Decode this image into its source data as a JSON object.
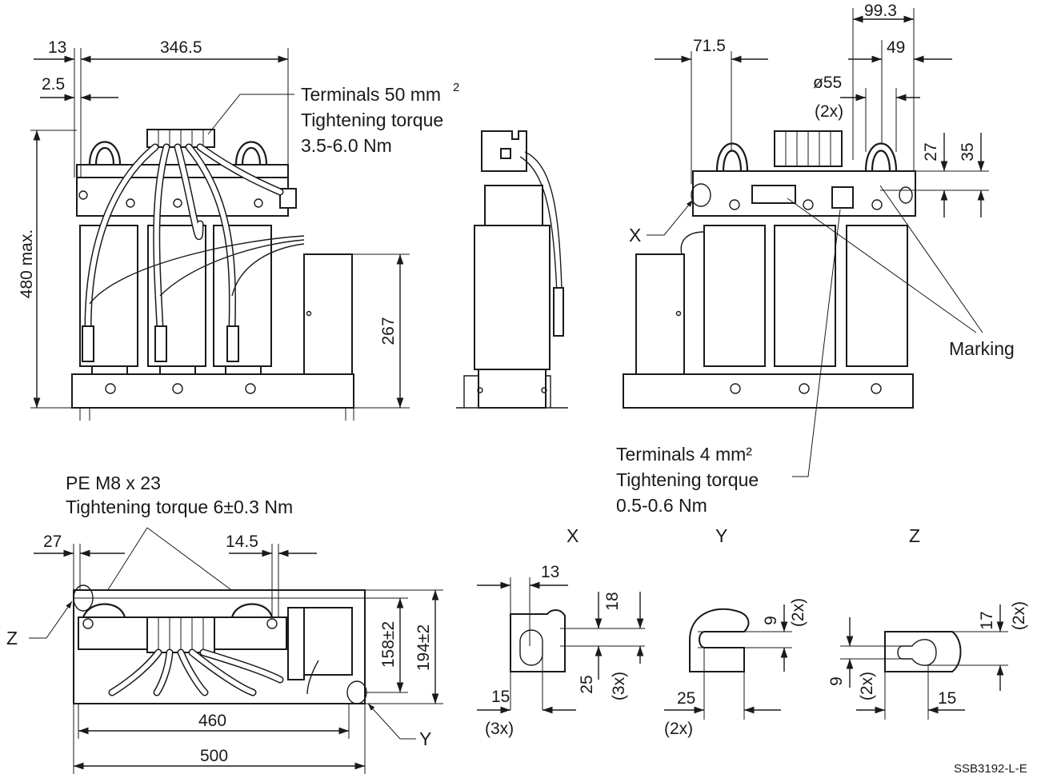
{
  "views": {
    "front": {
      "dim_13": "13",
      "dim_346_5": "346.5",
      "dim_2_5": "2.5",
      "dim_480": "480 max.",
      "dim_267": "267",
      "terminals_line1": "Terminals 50 mm",
      "terminals_sup": "2",
      "terminals_line2": "Tightening torque",
      "terminals_line3": "3.5-6.0 Nm"
    },
    "rear": {
      "dim_99_3": "99.3",
      "dim_71_5": "71.5",
      "dim_49": "49",
      "dim_d55": "ø55",
      "dim_d55_count": "(2x)",
      "dim_27": "27",
      "dim_35": "35",
      "label_x": "X",
      "marking": "Marking",
      "terminals_line1": "Terminals 4 mm²",
      "terminals_line2": "Tightening torque",
      "terminals_line3": "0.5-0.6 Nm"
    },
    "top": {
      "pe_line1": "PE M8 x 23",
      "pe_line2": "Tightening torque 6±0.3 Nm",
      "dim_27": "27",
      "dim_14_5": "14.5",
      "dim_158": "158±2",
      "dim_194": "194±2",
      "dim_460": "460",
      "dim_500": "500",
      "label_z": "Z",
      "label_y": "Y"
    }
  },
  "details": {
    "x": {
      "title": "X",
      "dim_13": "13",
      "dim_18": "18",
      "dim_25": "25",
      "dim_25_count": "(3x)",
      "dim_15": "15",
      "dim_15_count": "(3x)"
    },
    "y": {
      "title": "Y",
      "dim_9": "9",
      "dim_9_count": "(2x)",
      "dim_25": "25",
      "dim_25_count": "(2x)"
    },
    "z": {
      "title": "Z",
      "dim_17": "17",
      "dim_17_count": "(2x)",
      "dim_9": "9",
      "dim_9_count": "(2x)",
      "dim_15": "15"
    }
  },
  "drawing_id": "SSB3192-L-E"
}
